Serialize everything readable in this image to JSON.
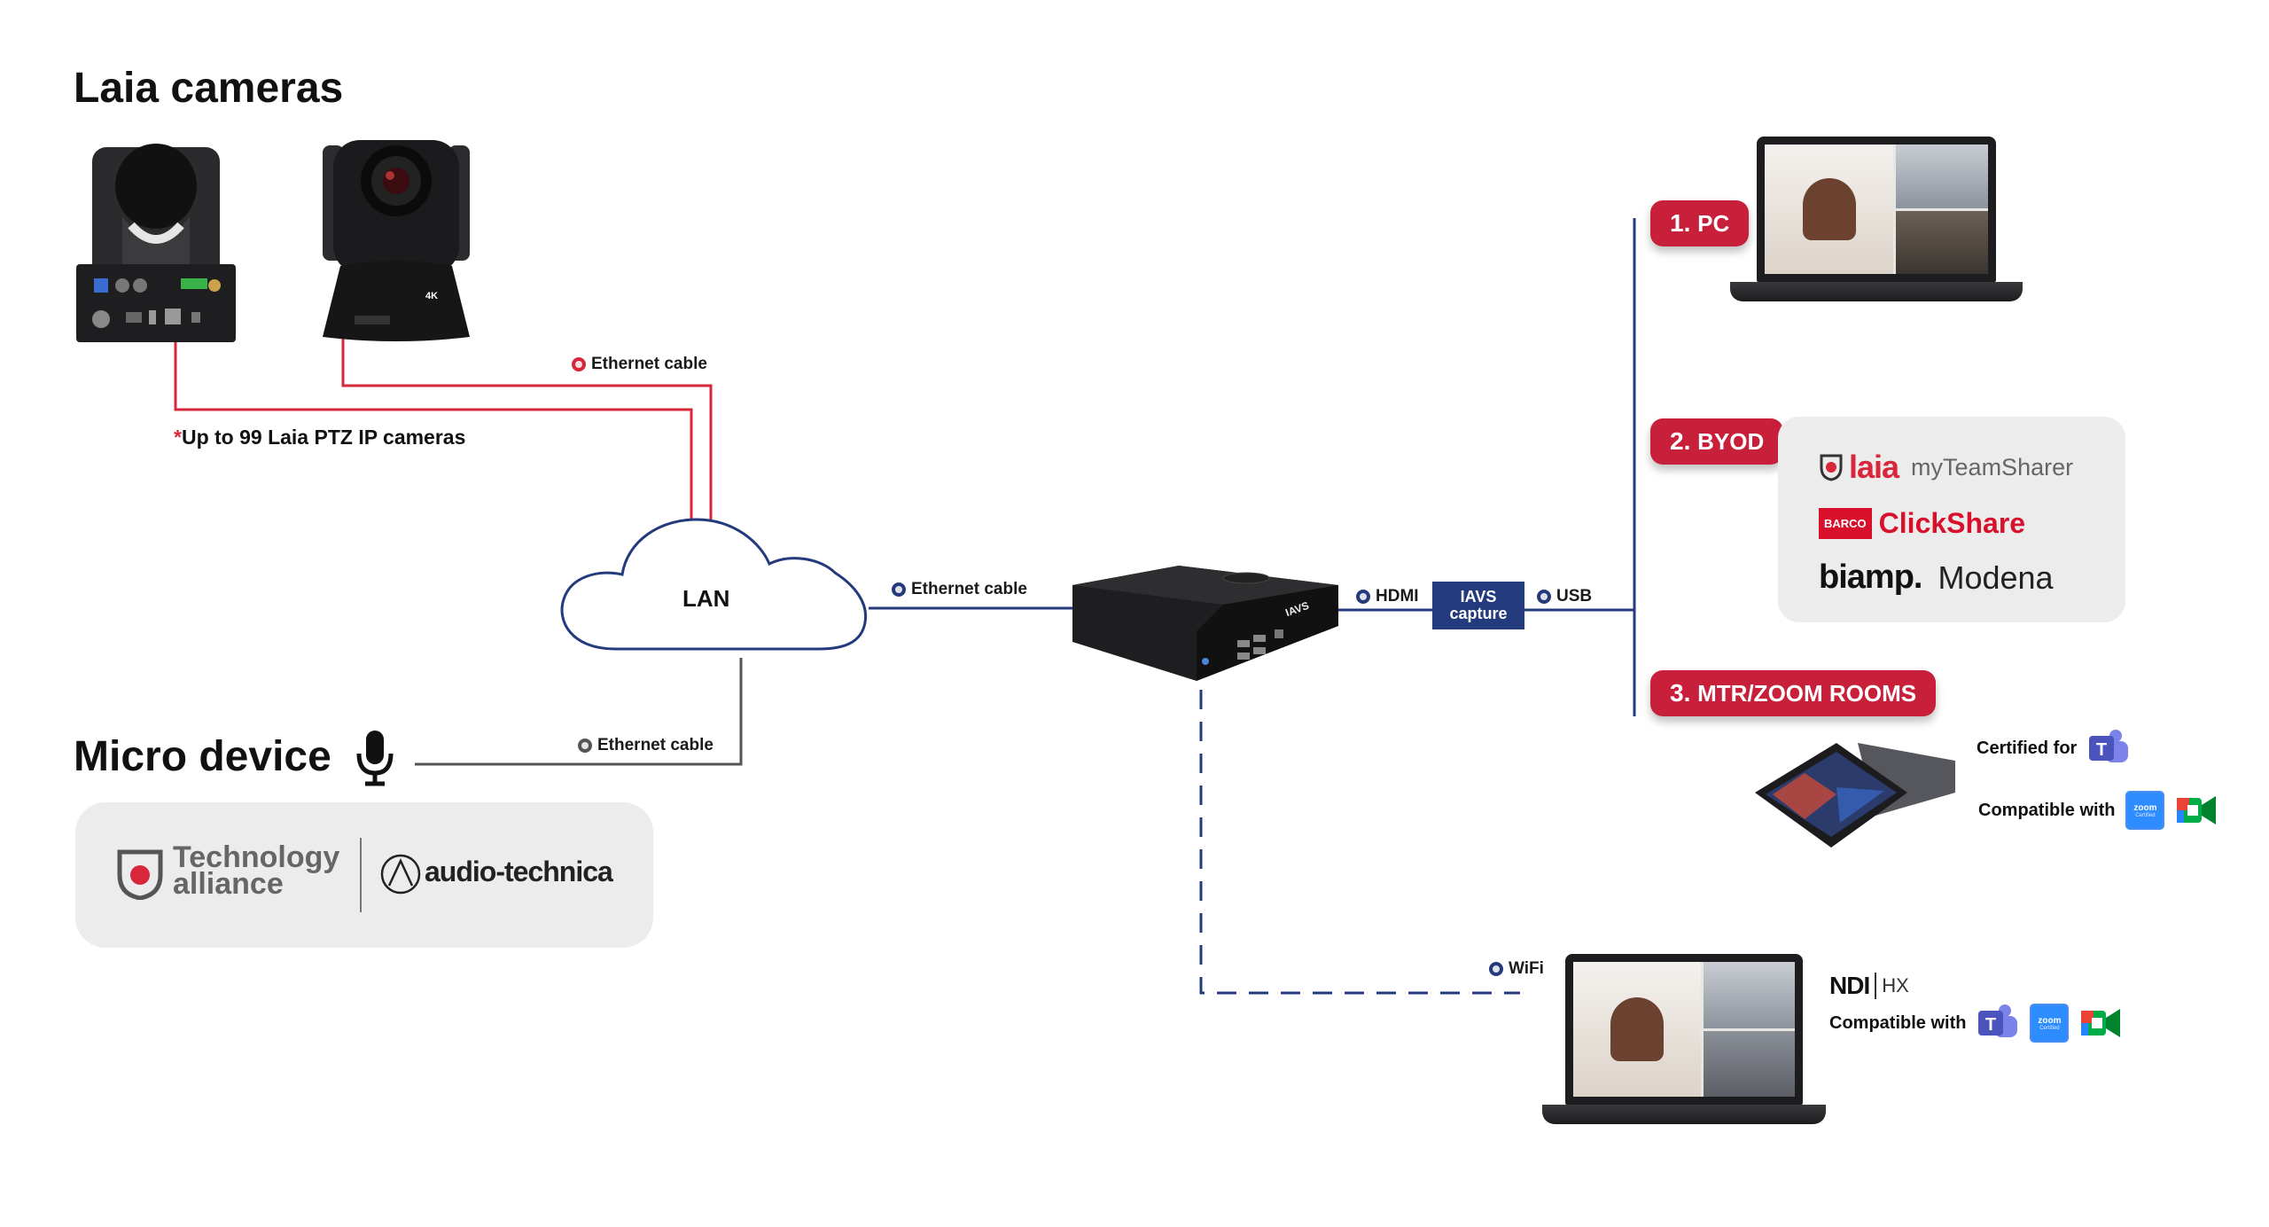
{
  "headings": {
    "cameras": "Laia cameras",
    "micro": "Micro device"
  },
  "cameras_note": {
    "asterisk": "*",
    "text": "Up to 99 Laia PTZ IP cameras"
  },
  "camera_labels": {
    "badge_4k": "4K"
  },
  "lan": {
    "label": "LAN"
  },
  "connections": {
    "camera_ethernet": "Ethernet cable",
    "pc_ethernet": "Ethernet cable",
    "micro_ethernet": "Ethernet cable",
    "hdmi": "HDMI",
    "usb": "USB",
    "wifi": "WiFi"
  },
  "capture": {
    "line1": "IAVS",
    "line2": "capture"
  },
  "device": {
    "brand": "IAVS"
  },
  "micro_panel": {
    "tech_alliance_line1": "Technology",
    "tech_alliance_line2": "alliance",
    "audio_technica": "audio-technica"
  },
  "outputs": {
    "pc": {
      "num": "1.",
      "label": "PC"
    },
    "byod": {
      "num": "2.",
      "label": "BYOD"
    },
    "mtr": {
      "num": "3.",
      "label": "MTR/ZOOM ROOMS"
    }
  },
  "byod_panel": {
    "laia": "laia",
    "myteamsharer": "myTeamSharer",
    "barco": "BARCO",
    "clickshare": "ClickShare",
    "biamp": "biamp.",
    "modena": "Modena"
  },
  "mtr_info": {
    "certified": "Certified for",
    "compatible": "Compatible with",
    "zoom": "zoom",
    "zoom_sub": "Certified"
  },
  "ndi": {
    "ndi": "NDI",
    "hx": "HX",
    "compatible": "Compatible with",
    "zoom": "zoom",
    "zoom_sub": "Certified"
  },
  "colors": {
    "brand_red": "#c8203a",
    "line_red": "#d8263b",
    "navy": "#233a7c",
    "grey_line": "#555555"
  },
  "icons": [
    "ethernet-icon",
    "hdmi-icon",
    "usb-icon",
    "wifi-icon",
    "microphone-icon",
    "teams-icon",
    "zoom-icon",
    "google-meet-icon",
    "laia-shield-icon"
  ]
}
